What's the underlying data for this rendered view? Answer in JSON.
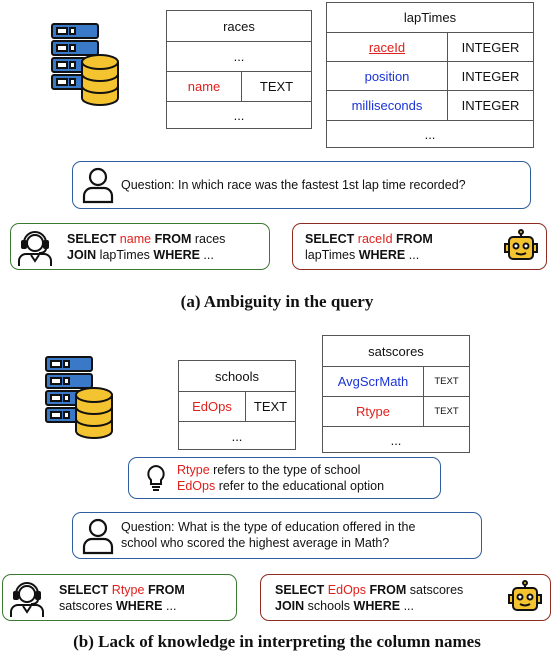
{
  "panel_a": {
    "tables": {
      "races": {
        "name": "races",
        "ellipsis_top": "...",
        "col": "name",
        "type": "TEXT",
        "ellipsis_bottom": "..."
      },
      "laptimes": {
        "name": "lapTimes",
        "rows": [
          {
            "col": "raceId",
            "type": "INTEGER"
          },
          {
            "col": "position",
            "type": "INTEGER"
          },
          {
            "col": "milliseconds",
            "type": "INTEGER"
          }
        ],
        "ellipsis": "..."
      }
    },
    "question": "Question:  In which race was the fastest 1st lap time recorded?",
    "human_sql": {
      "kw1": "SELECT",
      "col": "name",
      "kw2": "FROM",
      "l1_rest": "races",
      "kw3": "JOIN",
      "l2_mid": "lapTimes",
      "kw4": "WHERE",
      "l2_rest": "..."
    },
    "bot_sql": {
      "kw1": "SELECT",
      "col": "raceId",
      "kw2": "FROM",
      "l2_start": "lapTimes",
      "kw3": "WHERE",
      "l2_rest": "..."
    },
    "caption": "(a) Ambiguity in the query"
  },
  "panel_b": {
    "tables": {
      "schools": {
        "name": "schools",
        "col": "EdOps",
        "type": "TEXT",
        "ellipsis": "..."
      },
      "satscores": {
        "name": "satscores",
        "rows": [
          {
            "col": "AvgScrMath",
            "type": "TEXT"
          },
          {
            "col": "Rtype",
            "type": "TEXT"
          }
        ],
        "ellipsis": "..."
      }
    },
    "hint": {
      "line1_term": "Rtype",
      "line1_rest": " refers to the type of school",
      "line2_term": "EdOps",
      "line2_rest": " refer to the educational option"
    },
    "question_line1": "Question:  What is the type of education offered in the",
    "question_line2": "school who scored the highest average in Math?",
    "human_sql": {
      "kw1": "SELECT",
      "col": "Rtype",
      "kw2": "FROM",
      "l2_start": "satscores",
      "kw3": "WHERE",
      "l2_rest": "..."
    },
    "bot_sql": {
      "kw1": "SELECT",
      "col": "EdOps",
      "kw2": "FROM",
      "l1_rest": "satscores",
      "kw3": "JOIN",
      "l2_mid": "schools",
      "kw4": "WHERE",
      "l2_rest": "..."
    },
    "caption": "(b) Lack of knowledge in interpreting the column names"
  },
  "colors": {
    "red": "#e0201b",
    "blue": "#1b33d6",
    "db_yellow": "#f4c430",
    "server_blue": "#3a78c8"
  },
  "icons": [
    "database-server-icon",
    "person-icon",
    "headset-agent-icon",
    "robot-icon",
    "lightbulb-icon"
  ]
}
